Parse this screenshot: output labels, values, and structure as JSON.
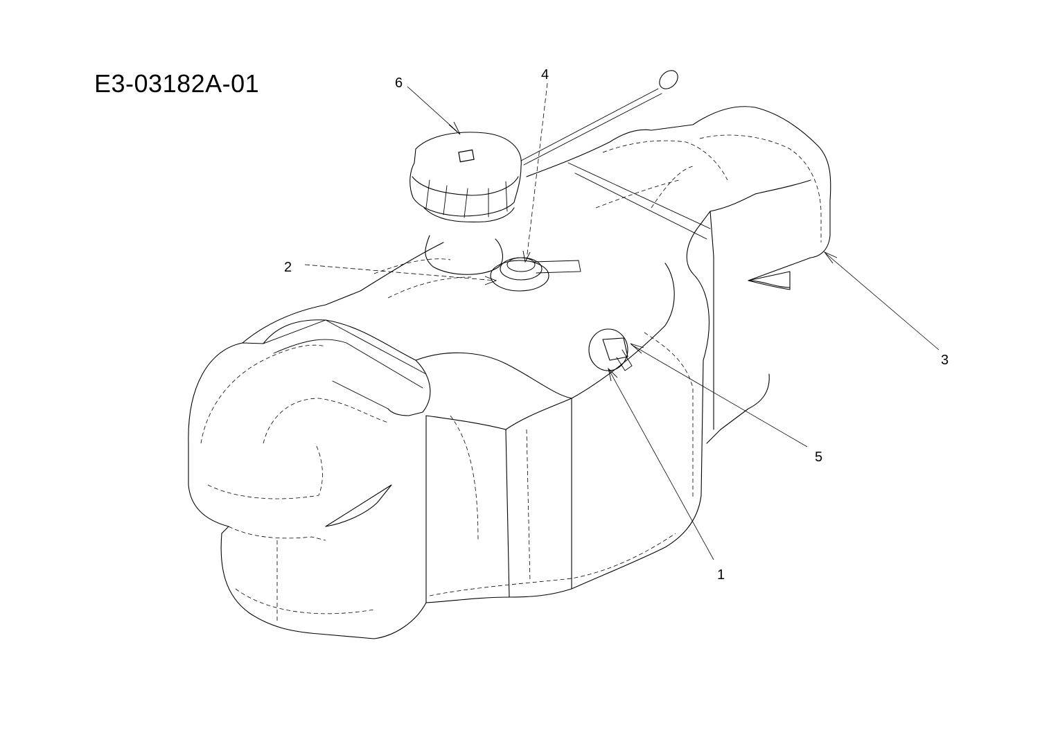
{
  "diagram": {
    "title": "E3-03182A-01",
    "callouts": [
      {
        "id": "1",
        "label": "1"
      },
      {
        "id": "2",
        "label": "2"
      },
      {
        "id": "3",
        "label": "3"
      },
      {
        "id": "4",
        "label": "4"
      },
      {
        "id": "5",
        "label": "5"
      },
      {
        "id": "6",
        "label": "6"
      }
    ]
  }
}
